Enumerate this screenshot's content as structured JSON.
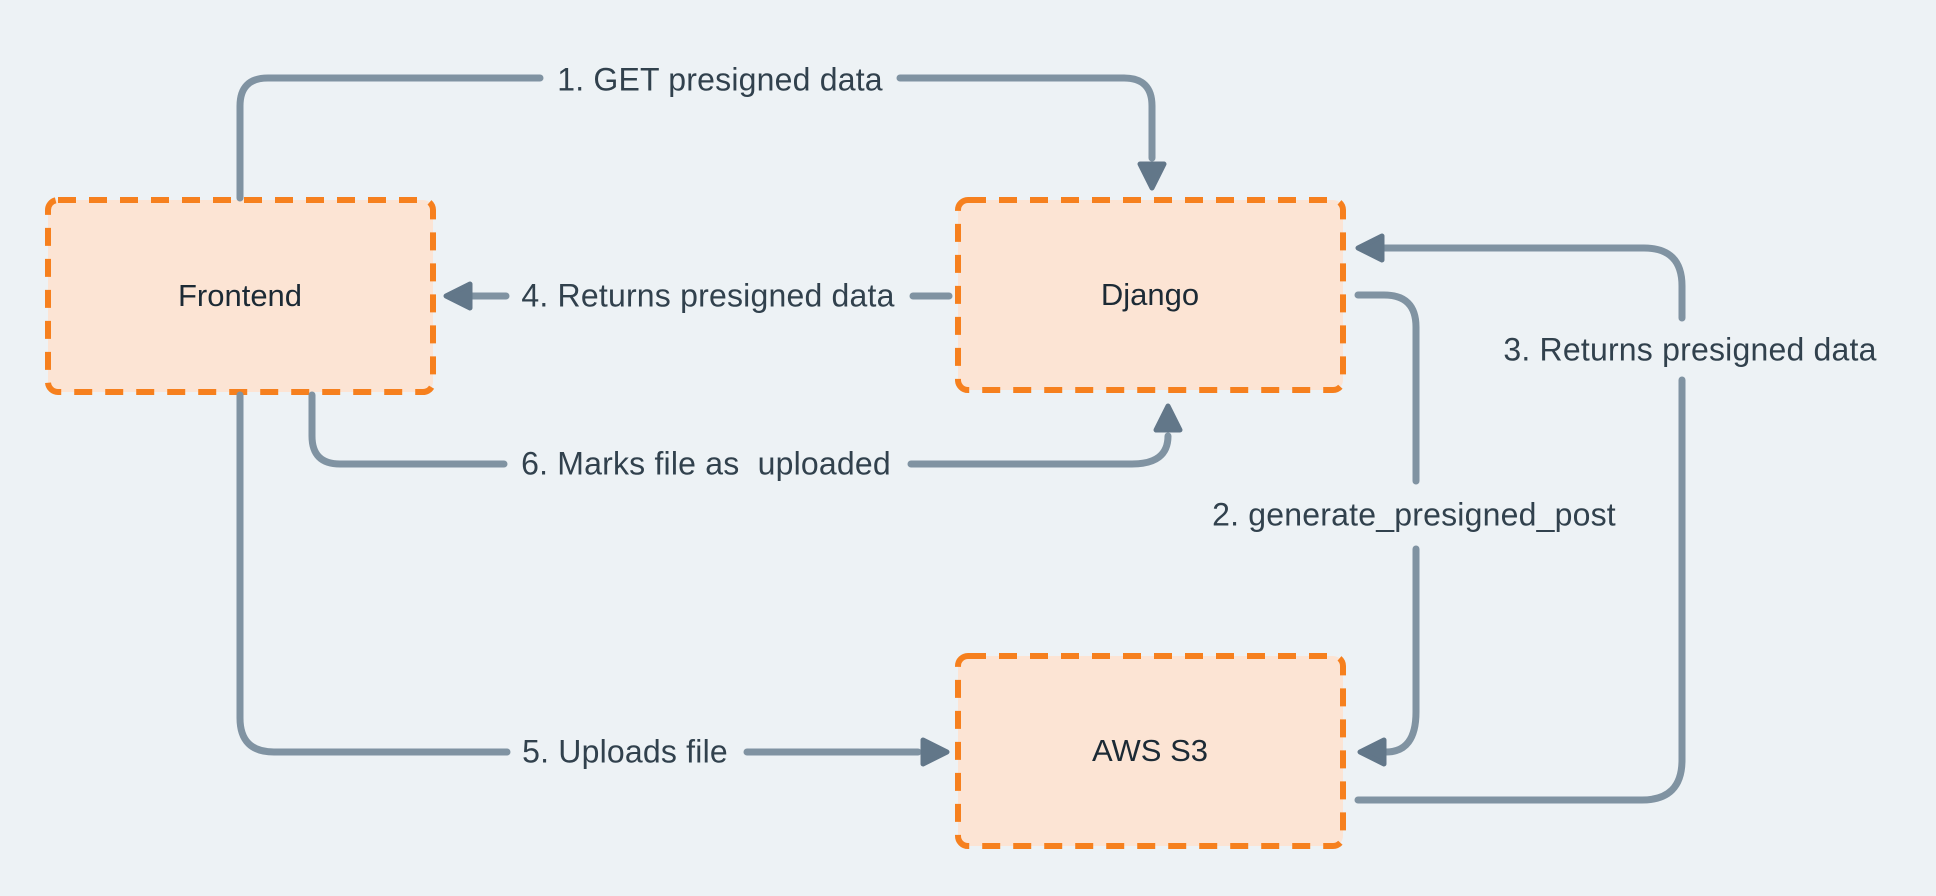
{
  "diagram": {
    "colors": {
      "background": "#edf2f5",
      "node_fill": "#fce4d4",
      "node_border": "#f6801e",
      "arrow_line": "#8093a2",
      "arrowhead": "#627789",
      "edge_label_text": "#31414d",
      "node_label_text": "#1c2a35"
    },
    "nodes": [
      {
        "id": "frontend",
        "label": "Frontend"
      },
      {
        "id": "django",
        "label": "Django"
      },
      {
        "id": "aws-s3",
        "label": "AWS S3"
      }
    ],
    "edges": [
      {
        "step": "1",
        "label": "1. GET presigned data",
        "from": "Frontend",
        "to": "Django"
      },
      {
        "step": "2",
        "label": "2. generate_presigned_post",
        "from": "Django",
        "to": "AWS S3"
      },
      {
        "step": "3",
        "label": "3. Returns presigned data",
        "from": "AWS S3",
        "to": "Django"
      },
      {
        "step": "4",
        "label": "4. Returns presigned data",
        "from": "Django",
        "to": "Frontend"
      },
      {
        "step": "5",
        "label": "5. Uploads file",
        "from": "Frontend",
        "to": "AWS S3"
      },
      {
        "step": "6",
        "label": "6. Marks file as  uploaded",
        "from": "Frontend",
        "to": "Django"
      }
    ]
  }
}
